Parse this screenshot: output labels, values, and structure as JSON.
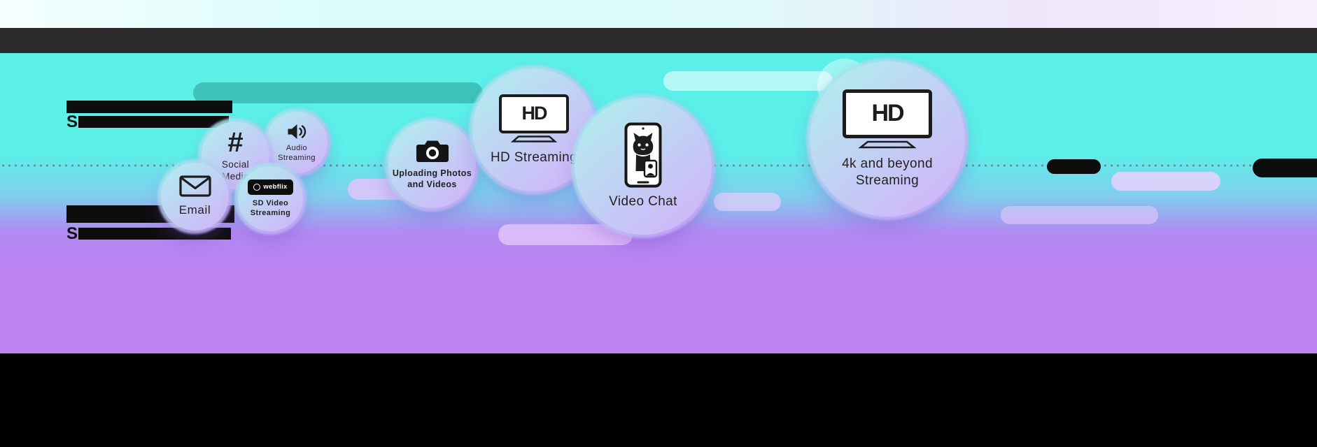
{
  "palette": {
    "cyan": "#5bf0e8",
    "purple": "#bd84f2",
    "dark_band": "#2c292b",
    "ink": "#0d0d0d",
    "text": "#231f20",
    "dotted": "#5e6868"
  },
  "headings": {
    "top": {
      "visible_prefix": "S"
    },
    "bottom": {
      "visible_prefix": "S"
    }
  },
  "bubbles": [
    {
      "id": "email",
      "label": "Email",
      "icon": "envelope-icon"
    },
    {
      "id": "social-media",
      "label": "Social Media",
      "icon": "hashtag-icon",
      "icon_glyph": "#"
    },
    {
      "id": "audio-streaming",
      "label": "Audio Streaming",
      "icon": "speaker-icon"
    },
    {
      "id": "sd-video-streaming",
      "label": "SD Video Streaming",
      "icon": "webflix-badge-icon",
      "badge_text": "webflix"
    },
    {
      "id": "uploading-photos-videos",
      "label": "Uploading Photos and Videos",
      "icon": "camera-icon"
    },
    {
      "id": "hd-streaming",
      "label": "HD Streaming",
      "icon": "hd-tv-icon",
      "screen_text": "HD"
    },
    {
      "id": "video-chat",
      "label": "Video Chat",
      "icon": "video-chat-phone-icon"
    },
    {
      "id": "4k-streaming",
      "label": "4k and beyond Streaming",
      "icon": "hd-tv-icon",
      "screen_text": "HD"
    }
  ]
}
